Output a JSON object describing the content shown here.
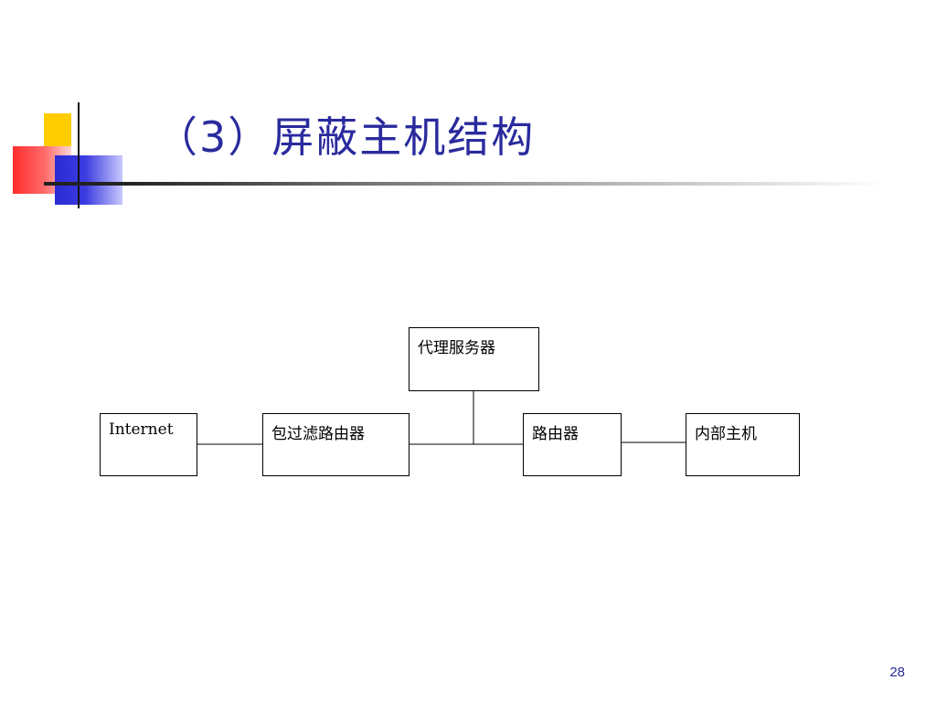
{
  "slide": {
    "title": "（3）屏蔽主机结构",
    "page_number": "28"
  },
  "diagram": {
    "nodes": {
      "internet": "Internet",
      "packet_filter_router": "包过滤路由器",
      "proxy_server": "代理服务器",
      "router": "路由器",
      "internal_host": "内部主机"
    },
    "edges": [
      [
        "internet",
        "packet_filter_router"
      ],
      [
        "packet_filter_router",
        "router"
      ],
      [
        "proxy_server",
        "packet_filter_router-router-link"
      ],
      [
        "router",
        "internal_host"
      ]
    ]
  }
}
